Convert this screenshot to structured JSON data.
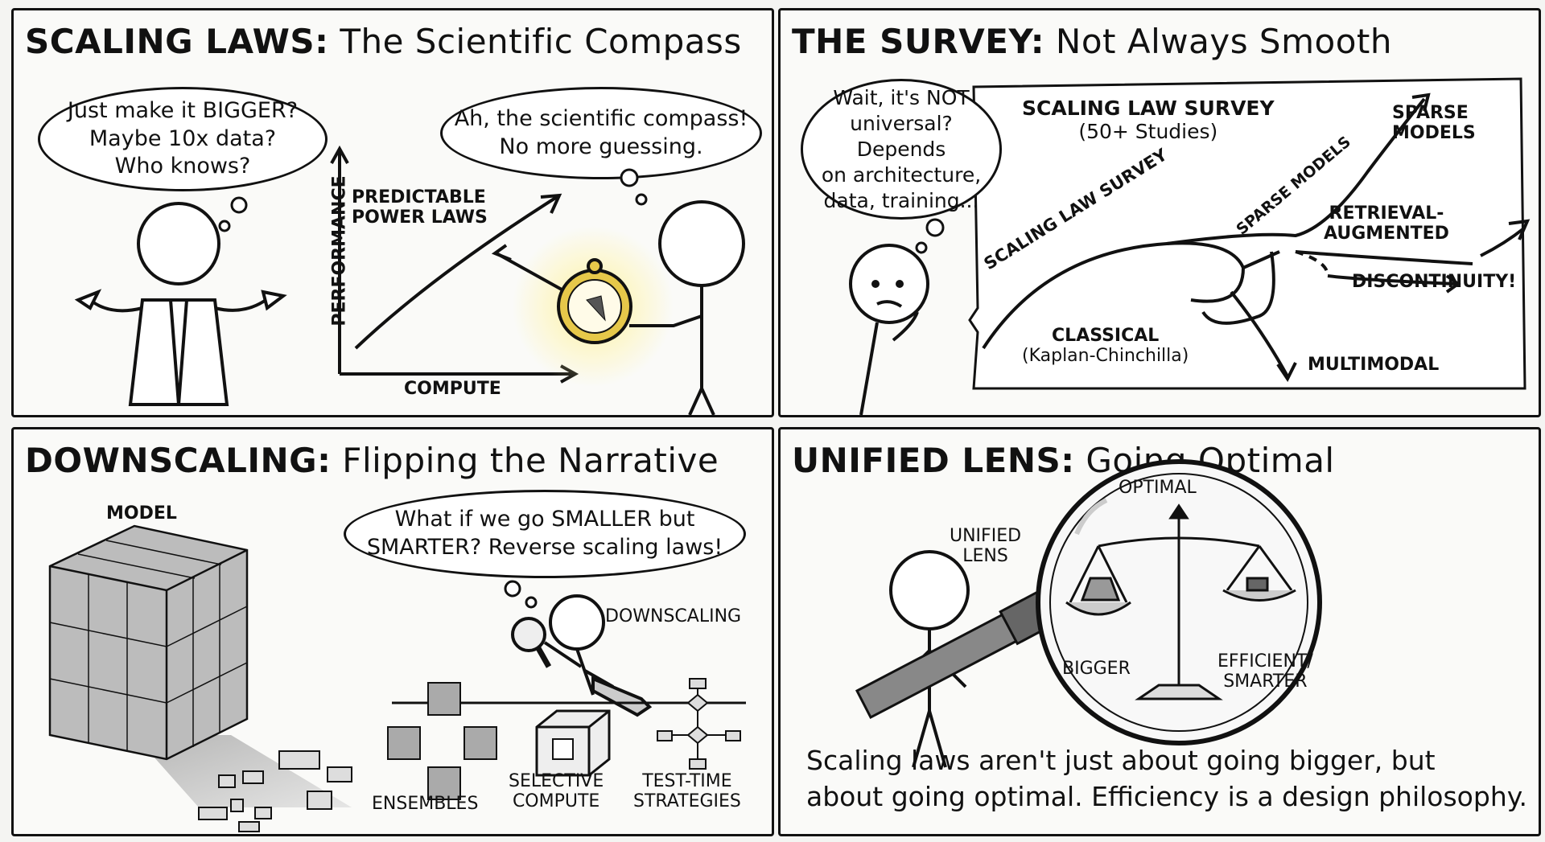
{
  "panels": {
    "scaling": {
      "title_bold": "SCALING LAWS:",
      "title_rest": " The Scientific Compass",
      "bubble_left": [
        "Just make it BIGGER?",
        "Maybe 10x data?",
        "Who knows?"
      ],
      "bubble_right": [
        "Ah, the scientific compass!",
        "No more guessing."
      ],
      "axis_y": "PERFORMANCE",
      "axis_x": "COMPUTE",
      "curve_label": [
        "PREDICTABLE",
        "POWER LAWS"
      ]
    },
    "survey": {
      "title_bold": "THE SURVEY:",
      "title_rest": " Not Always Smooth",
      "bubble": [
        "Wait, it's NOT",
        "universal? Depends",
        "on architecture,",
        "data, training..."
      ],
      "map_title": "SCALING LAW SURVEY",
      "map_subtitle": "(50+ Studies)",
      "curve_label": "SCALING LAW SURVEY",
      "classical": [
        "CLASSICAL",
        "(Kaplan-Chinchilla)"
      ],
      "sparse_models_path": "SPARSE MODELS",
      "sparse_models": [
        "SPARSE",
        "MODELS"
      ],
      "retrieval": [
        "RETRIEVAL-",
        "AUGMENTED"
      ],
      "discontinuity": "DISCONTINUITY!",
      "multimodal": "MULTIMODAL"
    },
    "downscaling": {
      "title_bold": "DOWNSCALING:",
      "title_rest": " Flipping the Narrative",
      "model_label": "MODEL",
      "bubble": [
        "What if we go SMALLER but",
        "SMARTER? Reverse scaling laws!"
      ],
      "figure_label": "DOWNSCALING",
      "ensembles": "ENSEMBLES",
      "selective": [
        "SELECTIVE",
        "COMPUTE"
      ],
      "testtime": [
        "TEST-TIME",
        "STRATEGIES"
      ]
    },
    "unified": {
      "title_bold": "UNIFIED LENS:",
      "title_rest": " Going Optimal",
      "lens_label": [
        "UNIFIED",
        "LENS"
      ],
      "optimal": "OPTIMAL",
      "bigger": "BIGGER",
      "efficient": [
        "EFFICIENT/",
        "SMARTER"
      ],
      "caption": [
        "Scaling laws aren't just about going bigger, but",
        "about going optimal. Efficiency is a design philosophy."
      ]
    }
  }
}
